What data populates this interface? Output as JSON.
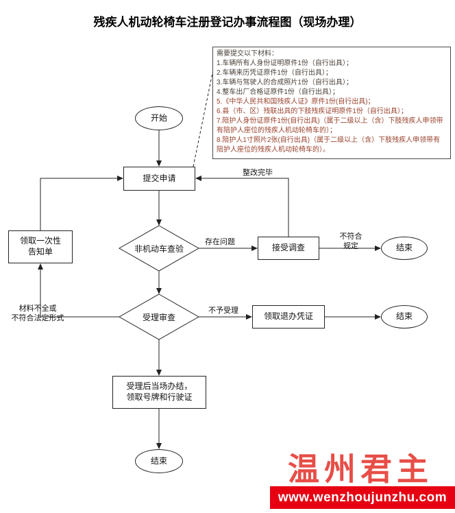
{
  "title": "残疾人机动轮椅车注册登记办事流程图（现场办理）",
  "note": {
    "text_color": "#4a4038",
    "highlight_color": "#99422d",
    "lines": [
      "需要提交以下材料：",
      "1.车辆所有人身份证明原件1份（自行出具）；",
      "2.车辆来历凭证原件1份（自行出具）；",
      "3.车辆与驾驶人的合成照片1份（自行出具）；",
      "4.整车出厂合格证原件1份（自行出具）；",
      "5.《中华人民共和国残疾人证》原件1份(自行出具)；",
      "6.县（市、区）残联出具的下肢残疾证明原件1份（自行出具）；",
      "7.陪护人身份证原件1份(自行出具)（属于二级以上（含）下肢残疾人申领带有陪护人座位的残疾人机动轮椅车的）；",
      "8.陪护人1寸照片2张(自行出具)（属于二级以上（含）下肢残疾人申领带有陪护人座位的残疾人机动轮椅车的）。"
    ]
  },
  "nodes": {
    "start": "开始",
    "submit": "提交申请",
    "inspect": "非机动车查验",
    "investigate": "接受调查",
    "end_top": "结束",
    "notice": {
      "line1": "领取一次性",
      "line2": "告知单"
    },
    "review": "受理审查",
    "receipt": "领取退办凭证",
    "end_mid": "结束",
    "complete": {
      "line1": "受理后当场办结，",
      "line2": "领取号牌和行驶证"
    },
    "end_bottom": "结束"
  },
  "edges": {
    "rectified": "整改完毕",
    "problem": "存在问题",
    "noncompliant": {
      "line1": "不符合",
      "line2": "规定"
    },
    "incomplete": {
      "line1": "材料不全或",
      "line2": "不符合法定形式"
    },
    "rejected": "不予受理"
  },
  "watermark": {
    "brand": "温州君主",
    "brand_color": "#e2281f",
    "url": "www.wenzhoujunzhu.com",
    "bar_color": "#e60012"
  }
}
